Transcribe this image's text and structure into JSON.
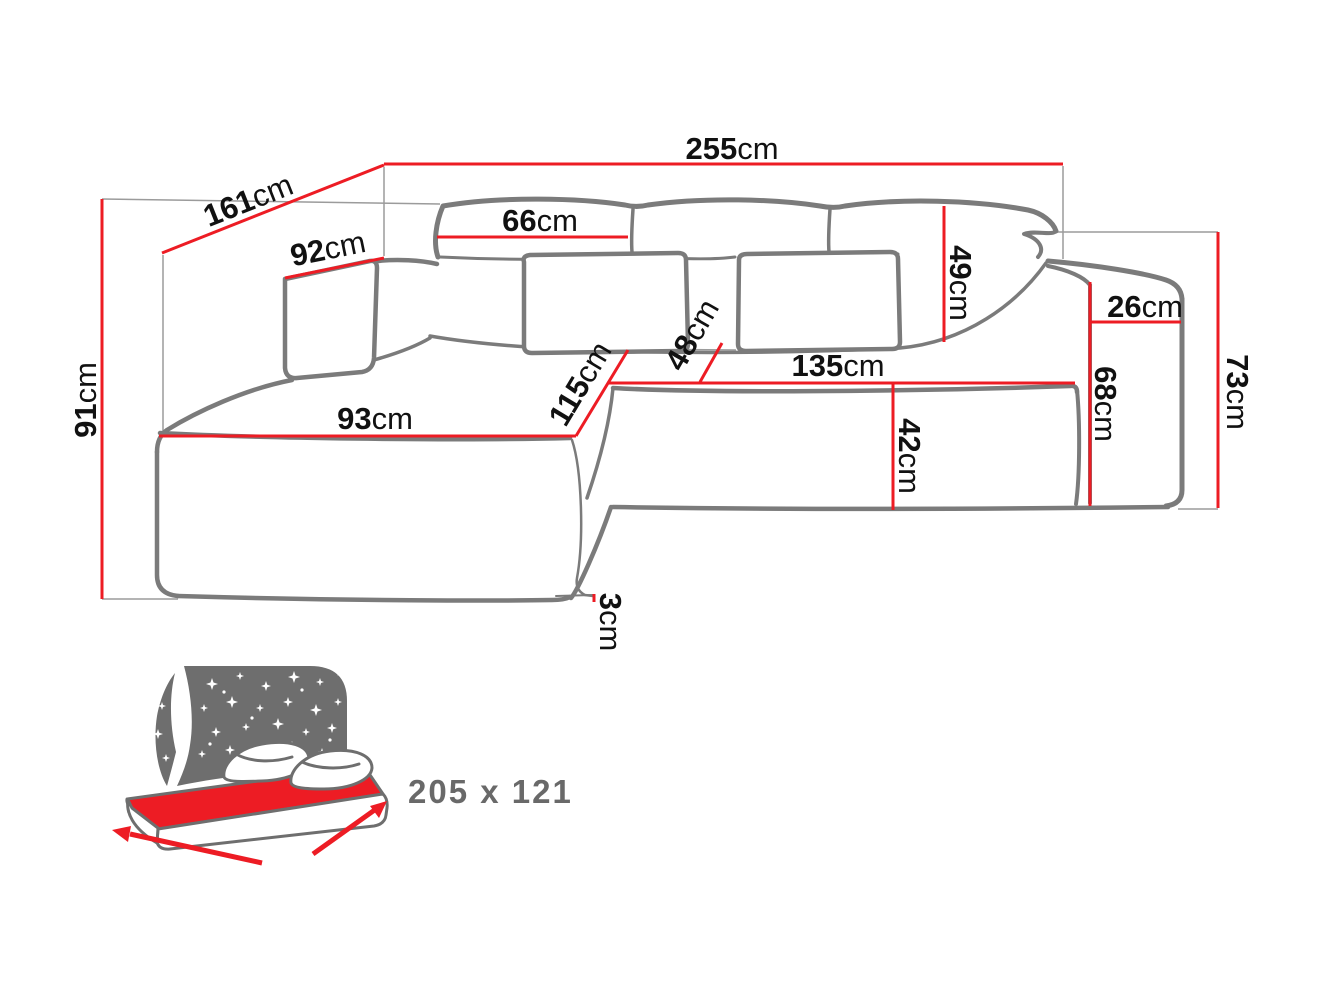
{
  "diagram": {
    "dimensions": {
      "total_width": {
        "value": "255",
        "unit": "cm"
      },
      "total_depth": {
        "value": "161",
        "unit": "cm"
      },
      "left_height": {
        "value": "91",
        "unit": "cm"
      },
      "left_armrest_top": {
        "value": "92",
        "unit": "cm"
      },
      "back_pillow_width": {
        "value": "66",
        "unit": "cm"
      },
      "back_pillow_height": {
        "value": "49",
        "unit": "cm"
      },
      "right_armrest_width": {
        "value": "26",
        "unit": "cm"
      },
      "right_height": {
        "value": "73",
        "unit": "cm"
      },
      "right_armrest_height": {
        "value": "68",
        "unit": "cm"
      },
      "chaise_length": {
        "value": "93",
        "unit": "cm"
      },
      "chaise_seat_depth": {
        "value": "115",
        "unit": "cm"
      },
      "seat_back_diagonal": {
        "value": "48",
        "unit": "cm"
      },
      "seat_width": {
        "value": "135",
        "unit": "cm"
      },
      "seat_height": {
        "value": "42",
        "unit": "cm"
      },
      "leg_height": {
        "value": "3",
        "unit": "cm"
      }
    },
    "sleeping_function": {
      "label": "205 x 121"
    },
    "colors": {
      "dimension_red": "#ed1c24",
      "outline_gray": "#7b7b7b",
      "icon_gray": "#6e6e6e",
      "label_black": "#111111",
      "sleeping_text_gray": "#696969"
    }
  }
}
